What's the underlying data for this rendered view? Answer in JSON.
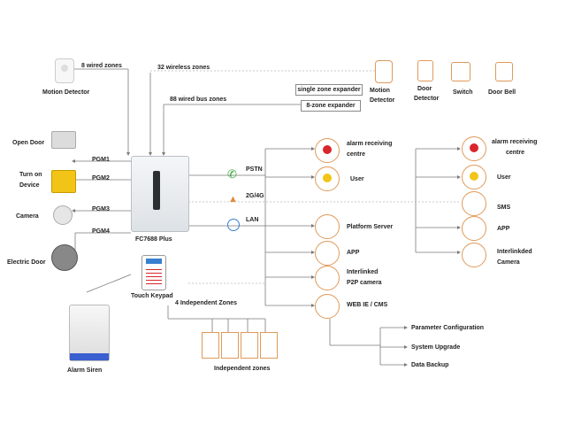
{
  "top": {
    "wired_zones": "8 wired zones",
    "wireless_zones": "32 wireless zones",
    "bus_zones": "88 wired  bus zones",
    "single_expander": "single zone expander",
    "eight_expander": "8-zone expander"
  },
  "left": {
    "motion_detector": "Motion Detector",
    "open_door": "Open Door",
    "turn_on": "Turn on",
    "device": "Device",
    "camera": "Camera",
    "electric_door": "Electric Door",
    "pgm1": "PGM1",
    "pgm2": "PGM2",
    "pgm3": "PGM3",
    "pgm4": "PGM4"
  },
  "sensors": {
    "motion_l1": "Motion",
    "motion_l2": "Detector",
    "door_l1": "Door",
    "door_l2": "Detector",
    "switch": "Switch",
    "door_bell": "Door Bell"
  },
  "panel": {
    "name": "FC7688 Plus",
    "keypad": "Touch Keypad",
    "independent": "4 Independent Zones",
    "zones": "Independent zones",
    "siren": "Alarm Siren"
  },
  "links": {
    "pstn": "PSTN",
    "cellular": "2G/4G",
    "lan": "LAN"
  },
  "middle": {
    "arc_l1": "alarm receiving",
    "arc_l2": "centre",
    "user": "User",
    "platform": "Platform Server",
    "app": "APP",
    "p2p_l1": "Interlinked",
    "p2p_l2": "P2P  camera",
    "web": "WEB IE / CMS",
    "param": "Parameter Configuration",
    "upgrade": "System Upgrade",
    "backup": "Data Backup"
  },
  "right": {
    "arc_l1": "alarm receiving",
    "arc_l2": "centre",
    "user": "User",
    "sms": "SMS",
    "app": "APP",
    "cam_l1": "Interlinkded",
    "cam_l2": "Camera"
  },
  "colors": {
    "line": "#777777",
    "dashed": "#b0b0b0",
    "accent": "#e08a3c",
    "green": "#3aa53a",
    "blue": "#3a7fd0",
    "yellow": "#f2c418",
    "red": "#d8262a"
  }
}
